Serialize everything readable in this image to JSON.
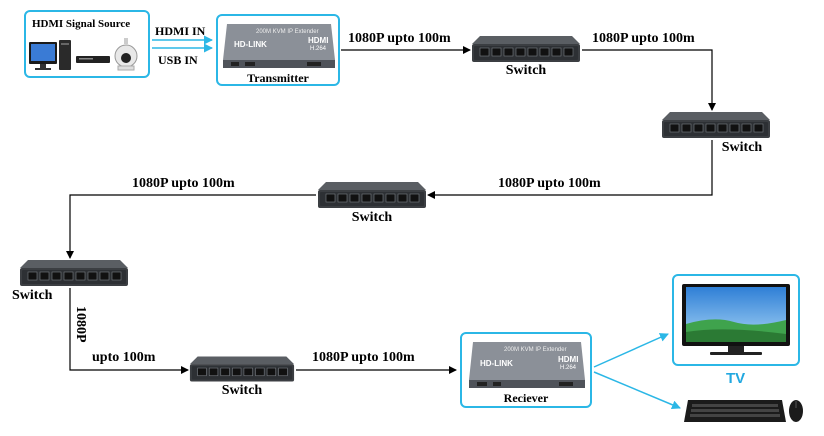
{
  "source": {
    "title": "HDMI Signal Source"
  },
  "inputs": {
    "hdmi": "HDMI IN",
    "usb": "USB IN"
  },
  "transmitter": {
    "label": "Transmitter",
    "brand": "HD-LINK",
    "logo": "HDMI",
    "codec": "H.264",
    "model": "200M KVM IP Extender"
  },
  "receiver": {
    "label": "Reciever",
    "brand": "HD-LINK",
    "logo": "HDMI",
    "codec": "H.264",
    "model": "200M KVM IP Extender"
  },
  "switch_label": "Switch",
  "links": {
    "l1": "1080P upto 100m",
    "l2": "1080P upto 100m",
    "l3": "1080P upto 100m",
    "l4": "1080P upto 100m",
    "l5a": "1080P",
    "l5b": "upto 100m",
    "l6": "1080P upto 100m"
  },
  "outputs": {
    "tv": "TV"
  },
  "colors": {
    "accent": "#2bb7e6",
    "line": "#000000",
    "device": "#7a7f86"
  }
}
